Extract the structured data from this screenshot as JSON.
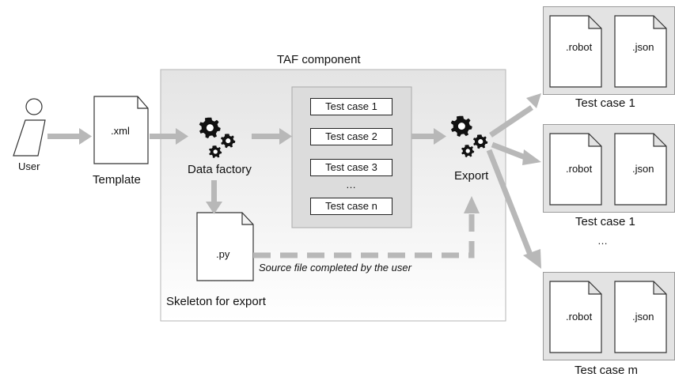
{
  "user": {
    "label": "User"
  },
  "template": {
    "ext": ".xml",
    "label": "Template"
  },
  "taf": {
    "title": "TAF component",
    "skeleton_label": "Skeleton for export"
  },
  "data_factory": {
    "label": "Data factory"
  },
  "test_cases": [
    "Test case 1",
    "Test case 2",
    "Test case 3",
    "Test case n"
  ],
  "test_cases_ellipsis": "…",
  "export": {
    "label": "Export"
  },
  "source_file": {
    "ext": ".py",
    "caption": "Source file completed by the user"
  },
  "outputs": [
    {
      "files": [
        ".robot",
        ".json"
      ],
      "label": "Test case 1"
    },
    {
      "files": [
        ".robot",
        ".json"
      ],
      "label": "Test case 1"
    },
    {
      "files": [
        ".robot",
        ".json"
      ],
      "label": "Test case m"
    }
  ],
  "outputs_ellipsis": "…"
}
